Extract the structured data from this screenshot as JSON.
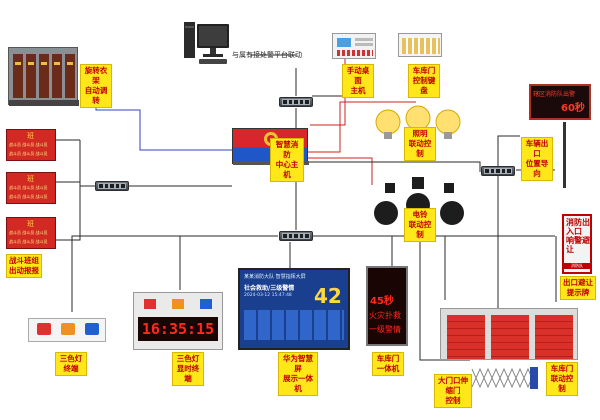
{
  "labels": {
    "linkage": "与属有接处警平台联动",
    "rack": "旋转衣架\n自动调转",
    "manual_panel": "手动桌面\n主机",
    "garage_keypad": "车库门\n控制键盘",
    "host": "智慧消防\n中心主机",
    "lighting": "照明\n联动控制",
    "exit_pos": "车辆出口\n位置导向",
    "bell": "电铃\n联动控制",
    "station": "战斗班组\n出动报报",
    "tricolor": "三色灯\n终端",
    "clock": "三色灯\n显时终端",
    "hw_screen": "华为智慧屏\n展示一体机",
    "garage_unit": "车库门\n一体机",
    "exit_prompt": "出口避让\n提示牌",
    "garage_door": "车库门\n联动控制",
    "gate": "大门口伸缩门\n控制"
  },
  "station_panels": [
    {
      "title": "班",
      "rows": [
        "战斗员 战斗员 战斗员",
        "战斗员 战斗员 战斗员"
      ]
    },
    {
      "title": "班",
      "rows": [
        "战斗员 战斗员 战斗员",
        "战斗员 战斗员 战斗员"
      ]
    },
    {
      "title": "班",
      "rows": [
        "战斗员 战斗员 战斗员",
        "战斗员 战斗员 战斗员"
      ]
    }
  ],
  "clock_time": "16:35:15",
  "hw": {
    "header": "某某消防大队 智慧指挥大屏",
    "alert": "社会救助/三级警情",
    "date": "2024-03-12 15:47:48",
    "count": "42"
  },
  "garage_unit": {
    "countdown": "45秒",
    "line1": "火灾扑救",
    "line2": "一级警情"
  },
  "exit_sign": {
    "text": "消防出入口 响警避让",
    "footer": "消防队"
  },
  "led_board": {
    "title": "辖区消防队出警",
    "countdown": "60秒"
  },
  "colors": {
    "wire_dark": "#2a2a2a",
    "wire_red": "#d02020",
    "wire_blue": "#3040c0",
    "label_bg": "#ffe71a",
    "label_text": "#c00000",
    "host_red": "#d8262c",
    "host_blue": "#1f56c8"
  }
}
